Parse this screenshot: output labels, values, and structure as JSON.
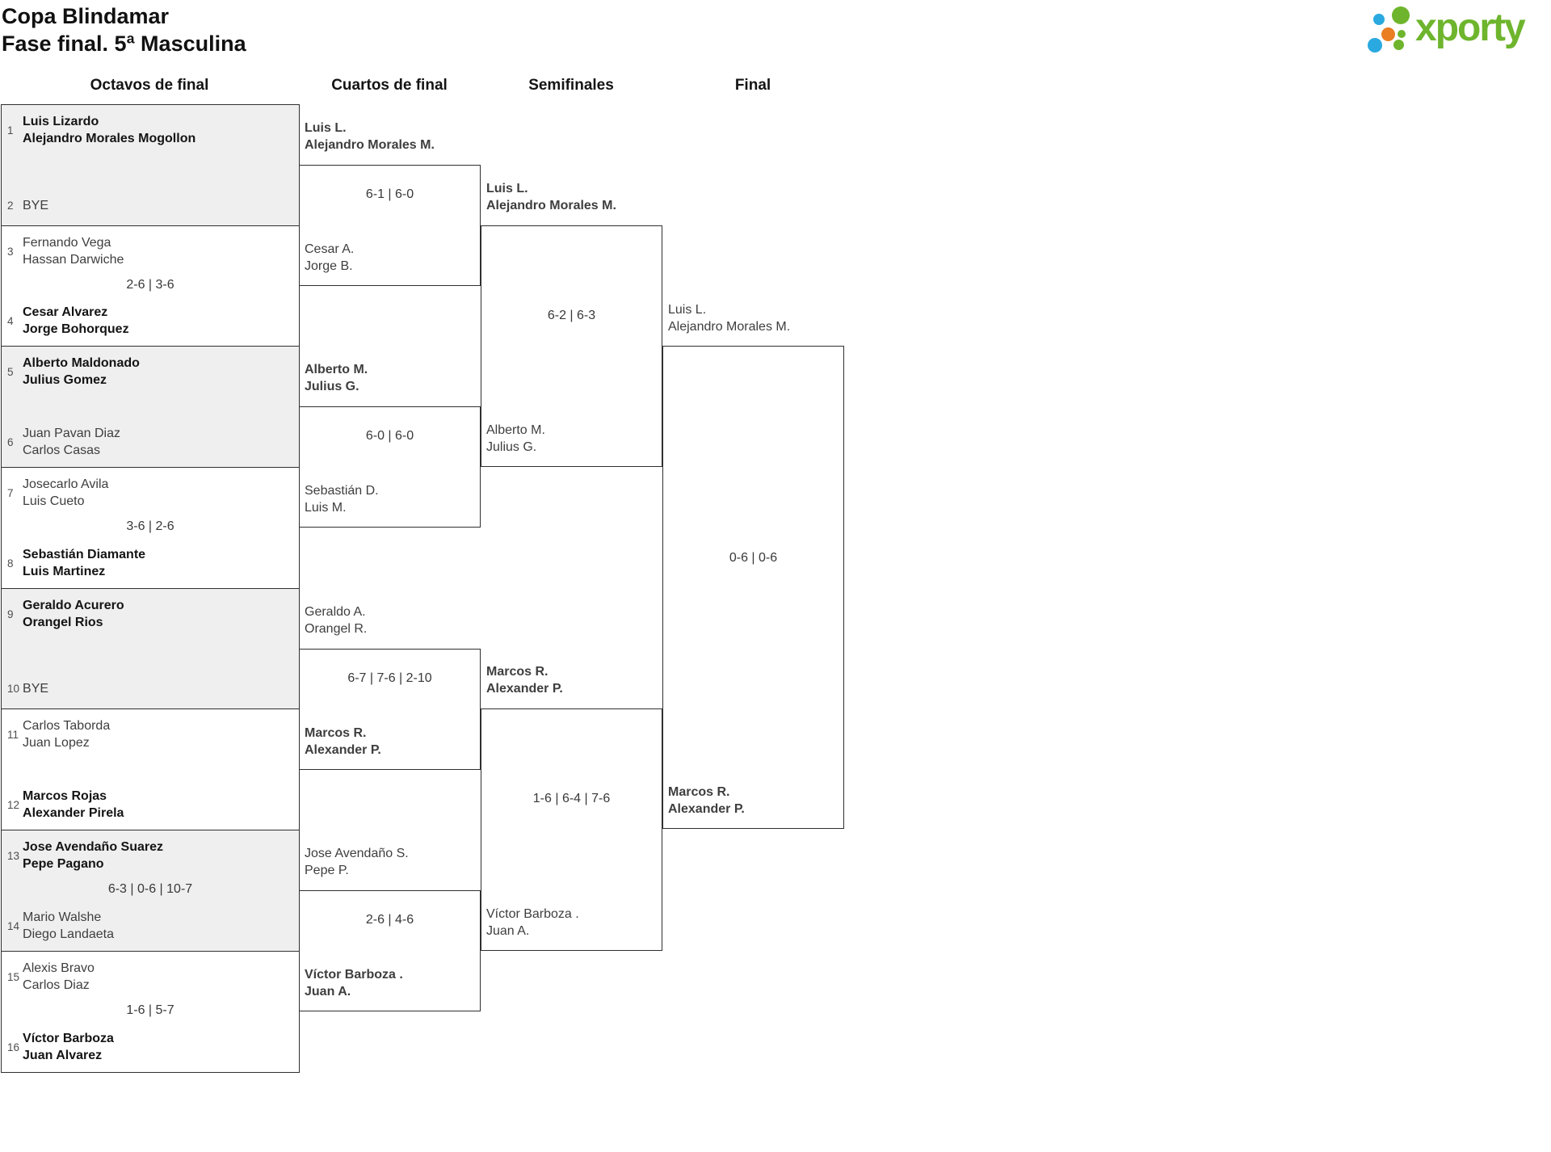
{
  "page": {
    "title_line1": "Copa Blindamar",
    "title_line2": "Fase final. 5ª Masculina"
  },
  "logo": {
    "text": "xporty",
    "colors": {
      "green": "#6eb52d",
      "blue": "#2aa9e0",
      "orange": "#e97e23"
    }
  },
  "round_headers": [
    "Octavos de final",
    "Cuartos de final",
    "Semifinales",
    "Final"
  ],
  "bracket": {
    "octavos": [
      {
        "top": {
          "seed": "1",
          "line1": "Luis Lizardo",
          "line2": "Alejandro Morales Mogollon",
          "winner": true
        },
        "bottom": {
          "seed": "2",
          "line1": "BYE",
          "winner": false
        },
        "score": ""
      },
      {
        "top": {
          "seed": "3",
          "line1": "Fernando Vega",
          "line2": "Hassan Darwiche",
          "winner": false
        },
        "bottom": {
          "seed": "4",
          "line1": "Cesar Alvarez",
          "line2": "Jorge Bohorquez",
          "winner": true
        },
        "score": "2-6 | 3-6"
      },
      {
        "top": {
          "seed": "5",
          "line1": "Alberto Maldonado",
          "line2": "Julius Gomez",
          "winner": true
        },
        "bottom": {
          "seed": "6",
          "line1": "Juan Pavan Diaz",
          "line2": "Carlos Casas",
          "winner": false
        },
        "score": ""
      },
      {
        "top": {
          "seed": "7",
          "line1": "Josecarlo Avila",
          "line2": "Luis Cueto",
          "winner": false
        },
        "bottom": {
          "seed": "8",
          "line1": "Sebastián Diamante",
          "line2": "Luis Martinez",
          "winner": true
        },
        "score": "3-6 | 2-6"
      },
      {
        "top": {
          "seed": "9",
          "line1": "Geraldo Acurero",
          "line2": "Orangel Rios",
          "winner": true
        },
        "bottom": {
          "seed": "10",
          "line1": "BYE",
          "winner": false
        },
        "score": ""
      },
      {
        "top": {
          "seed": "11",
          "line1": "Carlos Taborda",
          "line2": "Juan Lopez",
          "winner": false
        },
        "bottom": {
          "seed": "12",
          "line1": "Marcos Rojas",
          "line2": "Alexander Pirela",
          "winner": true
        },
        "score": ""
      },
      {
        "top": {
          "seed": "13",
          "line1": "Jose Avendaño Suarez",
          "line2": "Pepe Pagano",
          "winner": true
        },
        "bottom": {
          "seed": "14",
          "line1": "Mario Walshe",
          "line2": "Diego Landaeta",
          "winner": false
        },
        "score": "6-3 | 0-6 | 10-7"
      },
      {
        "top": {
          "seed": "15",
          "line1": "Alexis Bravo",
          "line2": "Carlos Diaz",
          "winner": false
        },
        "bottom": {
          "seed": "16",
          "line1": "Víctor Barboza",
          "line2": "Juan Alvarez",
          "winner": true
        },
        "score": "1-6 | 5-7"
      }
    ],
    "cuartos": [
      {
        "top": {
          "line1": "Luis L.",
          "line2": "Alejandro Morales M.",
          "winner": true
        },
        "bottom": {
          "line1": "Cesar A.",
          "line2": "Jorge B.",
          "winner": false
        },
        "score": "6-1 | 6-0"
      },
      {
        "top": {
          "line1": "Alberto M.",
          "line2": "Julius G.",
          "winner": true
        },
        "bottom": {
          "line1": "Sebastián D.",
          "line2": "Luis M.",
          "winner": false
        },
        "score": "6-0 | 6-0"
      },
      {
        "top": {
          "line1": "Geraldo A.",
          "line2": "Orangel R.",
          "winner": false
        },
        "bottom": {
          "line1": "Marcos R.",
          "line2": "Alexander P.",
          "winner": true
        },
        "score": "6-7 | 7-6 | 2-10"
      },
      {
        "top": {
          "line1": "Jose Avendaño S.",
          "line2": "Pepe P.",
          "winner": false
        },
        "bottom": {
          "line1": "Víctor Barboza .",
          "line2": "Juan A.",
          "winner": true
        },
        "score": "2-6 | 4-6"
      }
    ],
    "semifinales": [
      {
        "top": {
          "line1": "Luis L.",
          "line2": "Alejandro Morales M.",
          "winner": true
        },
        "bottom": {
          "line1": "Alberto M.",
          "line2": "Julius G.",
          "winner": false
        },
        "score": "6-2 | 6-3"
      },
      {
        "top": {
          "line1": "Marcos R.",
          "line2": "Alexander P.",
          "winner": true
        },
        "bottom": {
          "line1": "Víctor Barboza .",
          "line2": "Juan A.",
          "winner": false
        },
        "score": "1-6 | 6-4 | 7-6"
      }
    ],
    "final": {
      "top": {
        "line1": "Luis L.",
        "line2": "Alejandro Morales M.",
        "winner": false
      },
      "bottom": {
        "line1": "Marcos R.",
        "line2": "Alexander P.",
        "winner": true
      },
      "score": "0-6 | 0-6"
    }
  }
}
